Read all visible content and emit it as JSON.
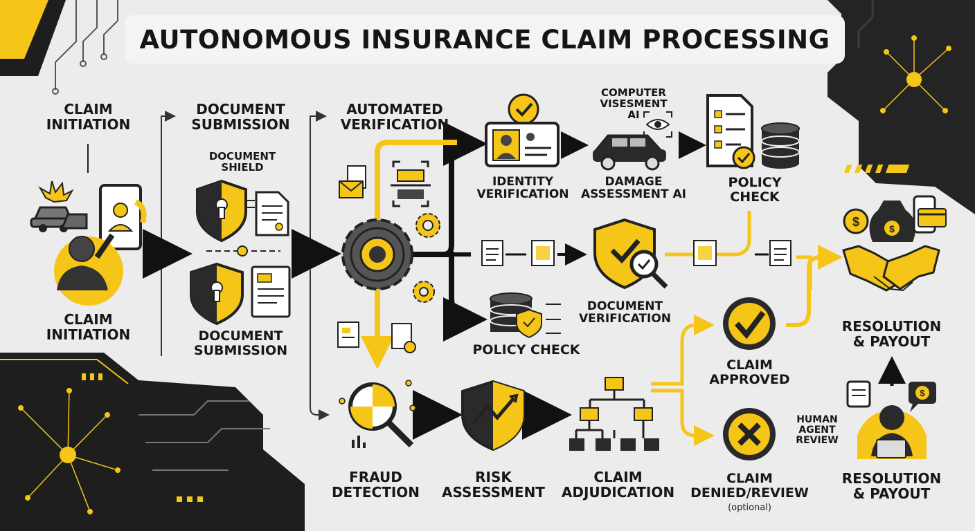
{
  "title": "AUTONOMOUS INSURANCE CLAIM PROCESSING",
  "colors": {
    "accent": "#f5c518",
    "dark": "#1f1f1f",
    "background": "#ececec"
  },
  "labels": {
    "claim_initiation_top": "CLAIM\nINITIATION",
    "claim_initiation_bottom": "CLAIM\nINITIATION",
    "document_submission_top": "DOCUMENT\nSUBMISSION",
    "document_shield": "DOCUMENT\nSHIELD",
    "document_submission_bottom": "DOCUMENT\nSUBMISSION",
    "automated_verification": "AUTOMATED\nVERIFICATION",
    "computer_vision": "COMPUTER\nVISESMENT\nAI",
    "identity_verification": "IDENTITY\nVERIFICATION",
    "damage_assessment": "DAMAGE\nASSESSMENT AI",
    "policy_check_top": "POLICY\nCHECK",
    "document_verification": "DOCUMENT\nVERIFICATION",
    "policy_check_mid": "POLICY CHECK",
    "fraud_detection": "FRAUD\nDETECTION",
    "risk_assessment": "RISK\nASSESSMENT",
    "claim_adjudication": "CLAIM\nADJUDICATION",
    "claim_approved": "CLAIM\nAPPROVED",
    "claim_denied": "CLAIM\nDENIED/REVIEW",
    "optional": "(optional)",
    "human_agent_review": "HUMAN\nAGENT\nREVIEW",
    "resolution_top": "RESOLUTION\n& PAYOUT",
    "resolution_bottom": "RESOLUTION\n& PAYOUT"
  },
  "icons": [
    "car-crash-icon",
    "smartphone-icon",
    "person-icon",
    "shield-keyhole-icon",
    "document-icon",
    "envelope-icon",
    "scanner-icon",
    "gear-icon",
    "id-card-icon",
    "checkmark-badge-icon",
    "car-icon",
    "eye-icon",
    "checklist-icon",
    "database-icon",
    "shield-check-icon",
    "magnifier-icon",
    "bar-chart-icon",
    "risk-shield-icon",
    "hierarchy-icon",
    "approved-icon",
    "denied-icon",
    "handshake-icon",
    "money-bag-icon",
    "coin-icon",
    "credit-card-icon",
    "agent-icon",
    "chat-icon"
  ]
}
